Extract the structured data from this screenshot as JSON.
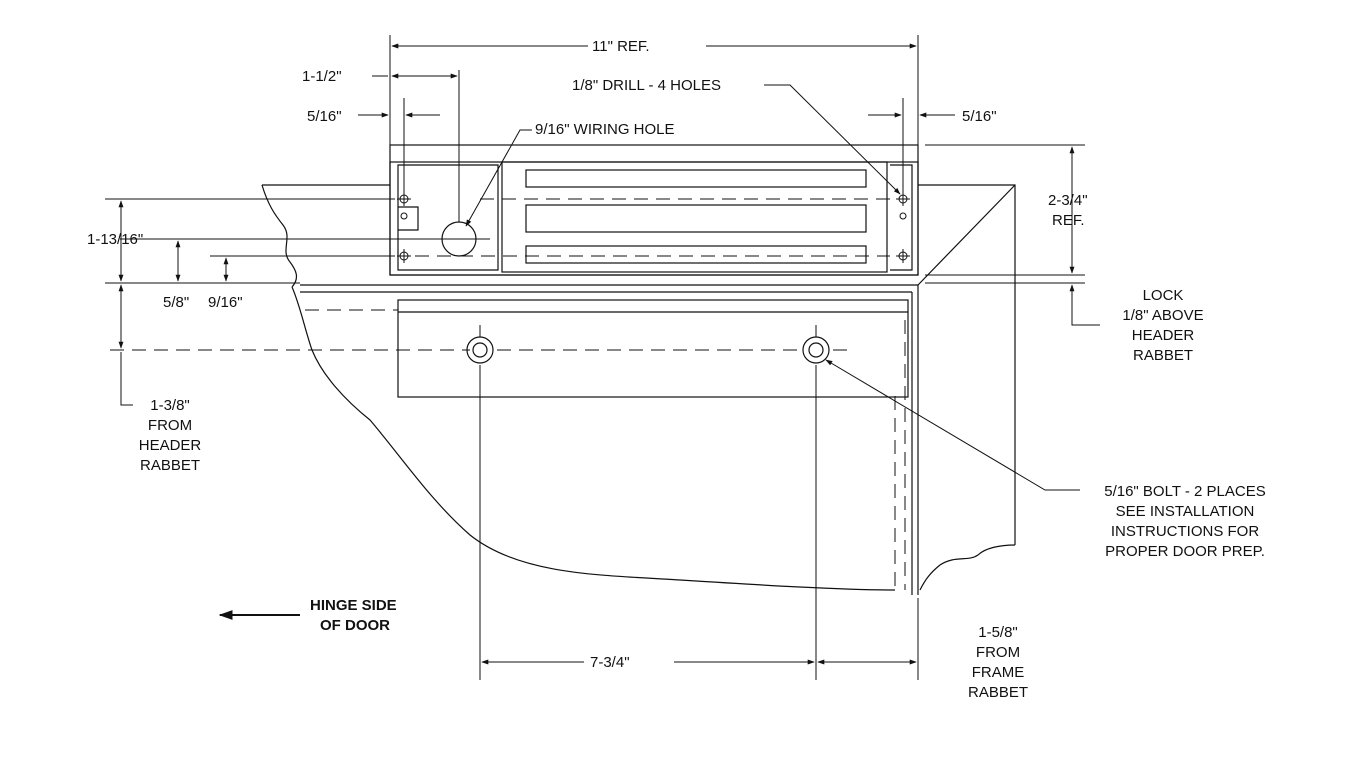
{
  "dimensions": {
    "overall_width": "11\" REF.",
    "wiring_hole_offset": "1-1/2\"",
    "left_edge_offset": "5/16\"",
    "right_edge_offset": "5/16\"",
    "drill_callout": "1/8\" DRILL -  4 HOLES",
    "wiring_hole_callout": "9/16\" WIRING HOLE",
    "height_ref": [
      "2-3/4\"",
      "REF."
    ],
    "left_height": "1-13/16\"",
    "small_height_a": "5/8\"",
    "small_height_b": "9/16\"",
    "lock_note": [
      "LOCK",
      "1/8\" ABOVE",
      "HEADER",
      "RABBET"
    ],
    "bolt_distance": [
      "1-3/8\"",
      "FROM",
      "HEADER",
      "RABBET"
    ],
    "bolt_callout": [
      "5/16\" BOLT -  2 PLACES",
      "SEE INSTALLATION",
      "INSTRUCTIONS FOR",
      "PROPER DOOR PREP."
    ],
    "bolt_spacing": "7-3/4\"",
    "frame_distance": [
      "1-5/8\"",
      "FROM",
      "FRAME",
      "RABBET"
    ]
  },
  "hinge_label": [
    "HINGE SIDE",
    "OF DOOR"
  ],
  "icons": [
    "arrow-left-icon"
  ]
}
